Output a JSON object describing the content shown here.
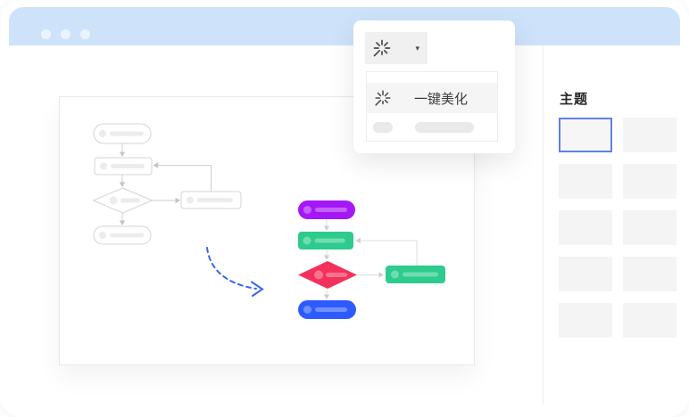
{
  "titlebar": {
    "dot_count": 3
  },
  "colors": {
    "titlebar_bg": "#cee3fa",
    "accent_blue": "#3666f0",
    "node_purple": "#a518f6",
    "node_green": "#2dcb8d",
    "node_red": "#f3325b",
    "node_blue": "#2e5bff",
    "selected_theme_border": "#5d81e7"
  },
  "beautify_panel": {
    "toolbar_button": {
      "icon": "spark-icon",
      "caret": "▾"
    },
    "menu_items": [
      {
        "icon": "spark-icon",
        "label": "一键美化",
        "active": true
      }
    ]
  },
  "theme_panel": {
    "title": "主题",
    "thumbnails": [
      {
        "selected": true
      },
      {
        "selected": false
      },
      {
        "selected": false
      },
      {
        "selected": false
      },
      {
        "selected": false
      },
      {
        "selected": false
      },
      {
        "selected": false
      },
      {
        "selected": false
      },
      {
        "selected": false
      },
      {
        "selected": false
      }
    ]
  }
}
